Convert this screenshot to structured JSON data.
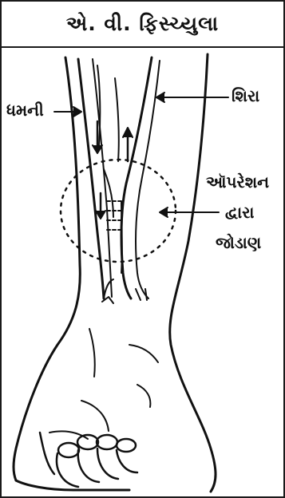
{
  "title": "એ. વી. ફિસ્ચ્યુલા",
  "labels": {
    "artery": "ધમની",
    "vein": "શિરા",
    "operation_line1": "ઑપરેશન",
    "operation_line2": "દ્વારા",
    "operation_line3": "જોડાણ"
  }
}
